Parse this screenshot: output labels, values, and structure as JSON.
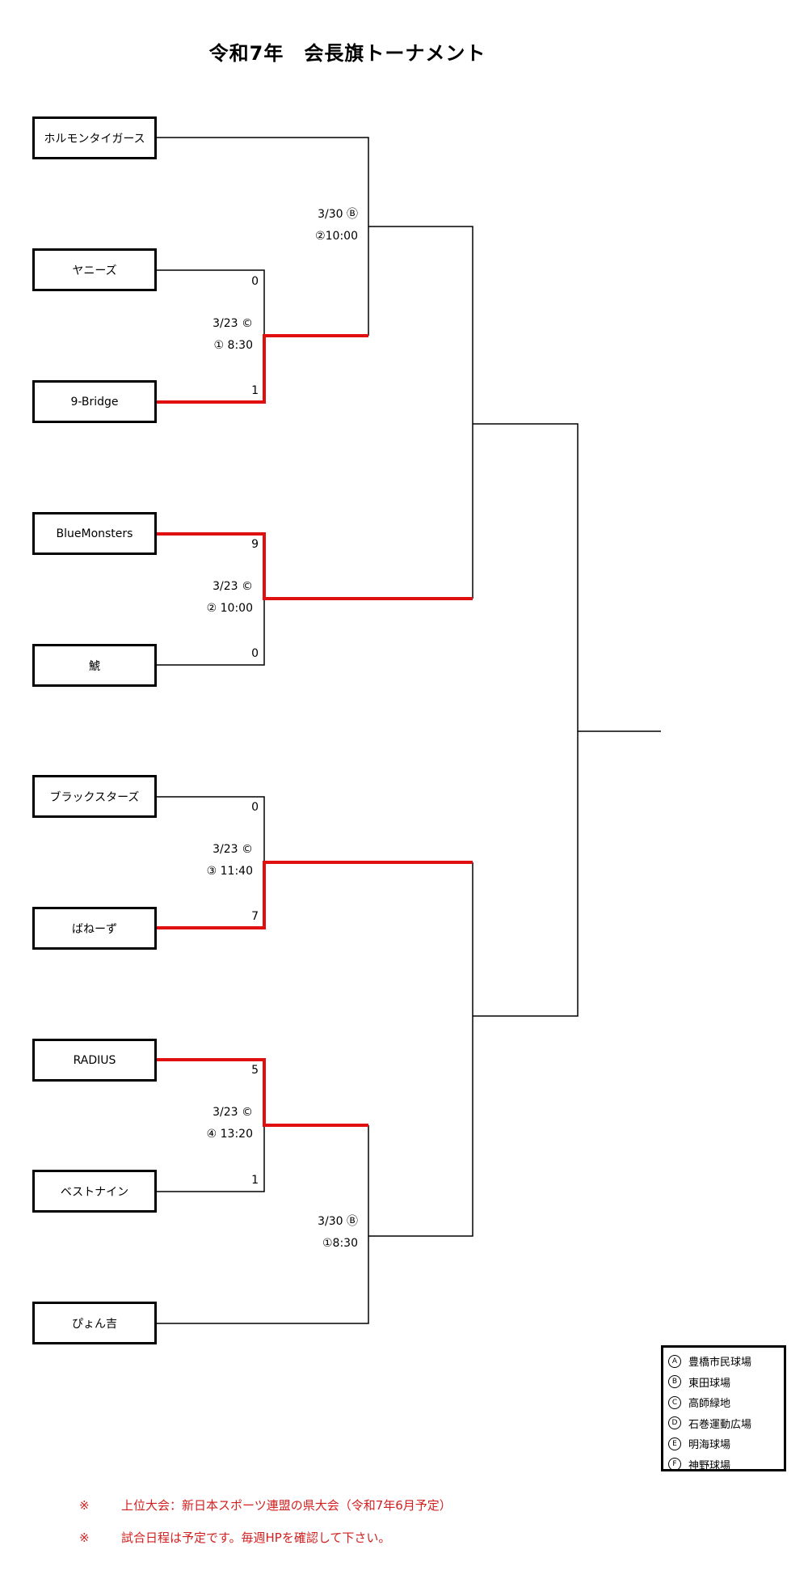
{
  "title": "令和7年　会長旗トーナメント",
  "colors": {
    "winner_line": "#e01010",
    "line": "#000000",
    "note": "#d21f1f"
  },
  "teams": [
    "ホルモンタイガース",
    "ヤニーズ",
    "9-Bridge",
    "BlueMonsters",
    "鯱",
    "ブラックスターズ",
    "ばねーず",
    "RADIUS",
    "ベストナイン",
    "ぴょん吉"
  ],
  "matches": [
    {
      "id": "m1",
      "scores": [
        "0",
        "1"
      ],
      "date": "3/23 ©",
      "time": "① 8:30"
    },
    {
      "id": "m2",
      "scores": [
        "9",
        "0"
      ],
      "date": "3/23 ©",
      "time": "② 10:00"
    },
    {
      "id": "m3",
      "scores": [
        "0",
        "7"
      ],
      "date": "3/23 ©",
      "time": "③ 11:40"
    },
    {
      "id": "m4",
      "scores": [
        "5",
        "1"
      ],
      "date": "3/23 ©",
      "time": "④ 13:20"
    },
    {
      "id": "m5",
      "scores": [],
      "date": "3/30 Ⓑ",
      "time": "②10:00"
    },
    {
      "id": "m6",
      "scores": [],
      "date": "3/30 Ⓑ",
      "time": "①8:30"
    }
  ],
  "legend": [
    {
      "mark": "A",
      "name": "豊橋市民球場"
    },
    {
      "mark": "B",
      "name": "東田球場"
    },
    {
      "mark": "C",
      "name": "高師緑地"
    },
    {
      "mark": "D",
      "name": "石巻運動広場"
    },
    {
      "mark": "E",
      "name": "明海球場"
    },
    {
      "mark": "F",
      "name": "神野球場"
    }
  ],
  "notes": [
    {
      "mark": "※",
      "text": "上位大会：新日本スポーツ連盟の県大会（令和7年6月予定）"
    },
    {
      "mark": "※",
      "text": "試合日程は予定です。毎週HPを確認して下さい。"
    }
  ]
}
